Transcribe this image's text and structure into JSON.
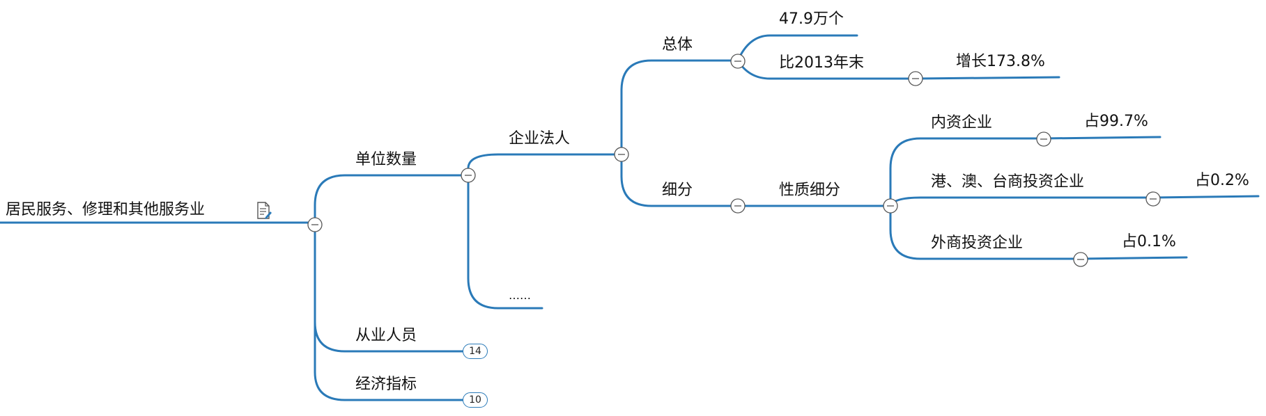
{
  "root": {
    "label": "居民服务、修理和其他服务业",
    "icon": "note-icon"
  },
  "branches": {
    "unit_count": "单位数量",
    "employees": "从业人员",
    "employees_count": "14",
    "econ": "经济指标",
    "econ_count": "10",
    "ellipsis": "……",
    "enterprise": "企业法人",
    "overall": "总体",
    "total_value": "47.9万个",
    "vs_2013": "比2013年末",
    "growth": "增长173.8%",
    "subdivision": "细分",
    "nature": "性质细分",
    "domestic": "内资企业",
    "domestic_pct": "占99.7%",
    "hmt": "港、澳、台商投资企业",
    "hmt_pct": "占0.2%",
    "foreign": "外商投资企业",
    "foreign_pct": "占0.1%"
  },
  "colors": {
    "line": "#2a7ab8",
    "text": "#111111",
    "toggle_border": "#555555"
  }
}
